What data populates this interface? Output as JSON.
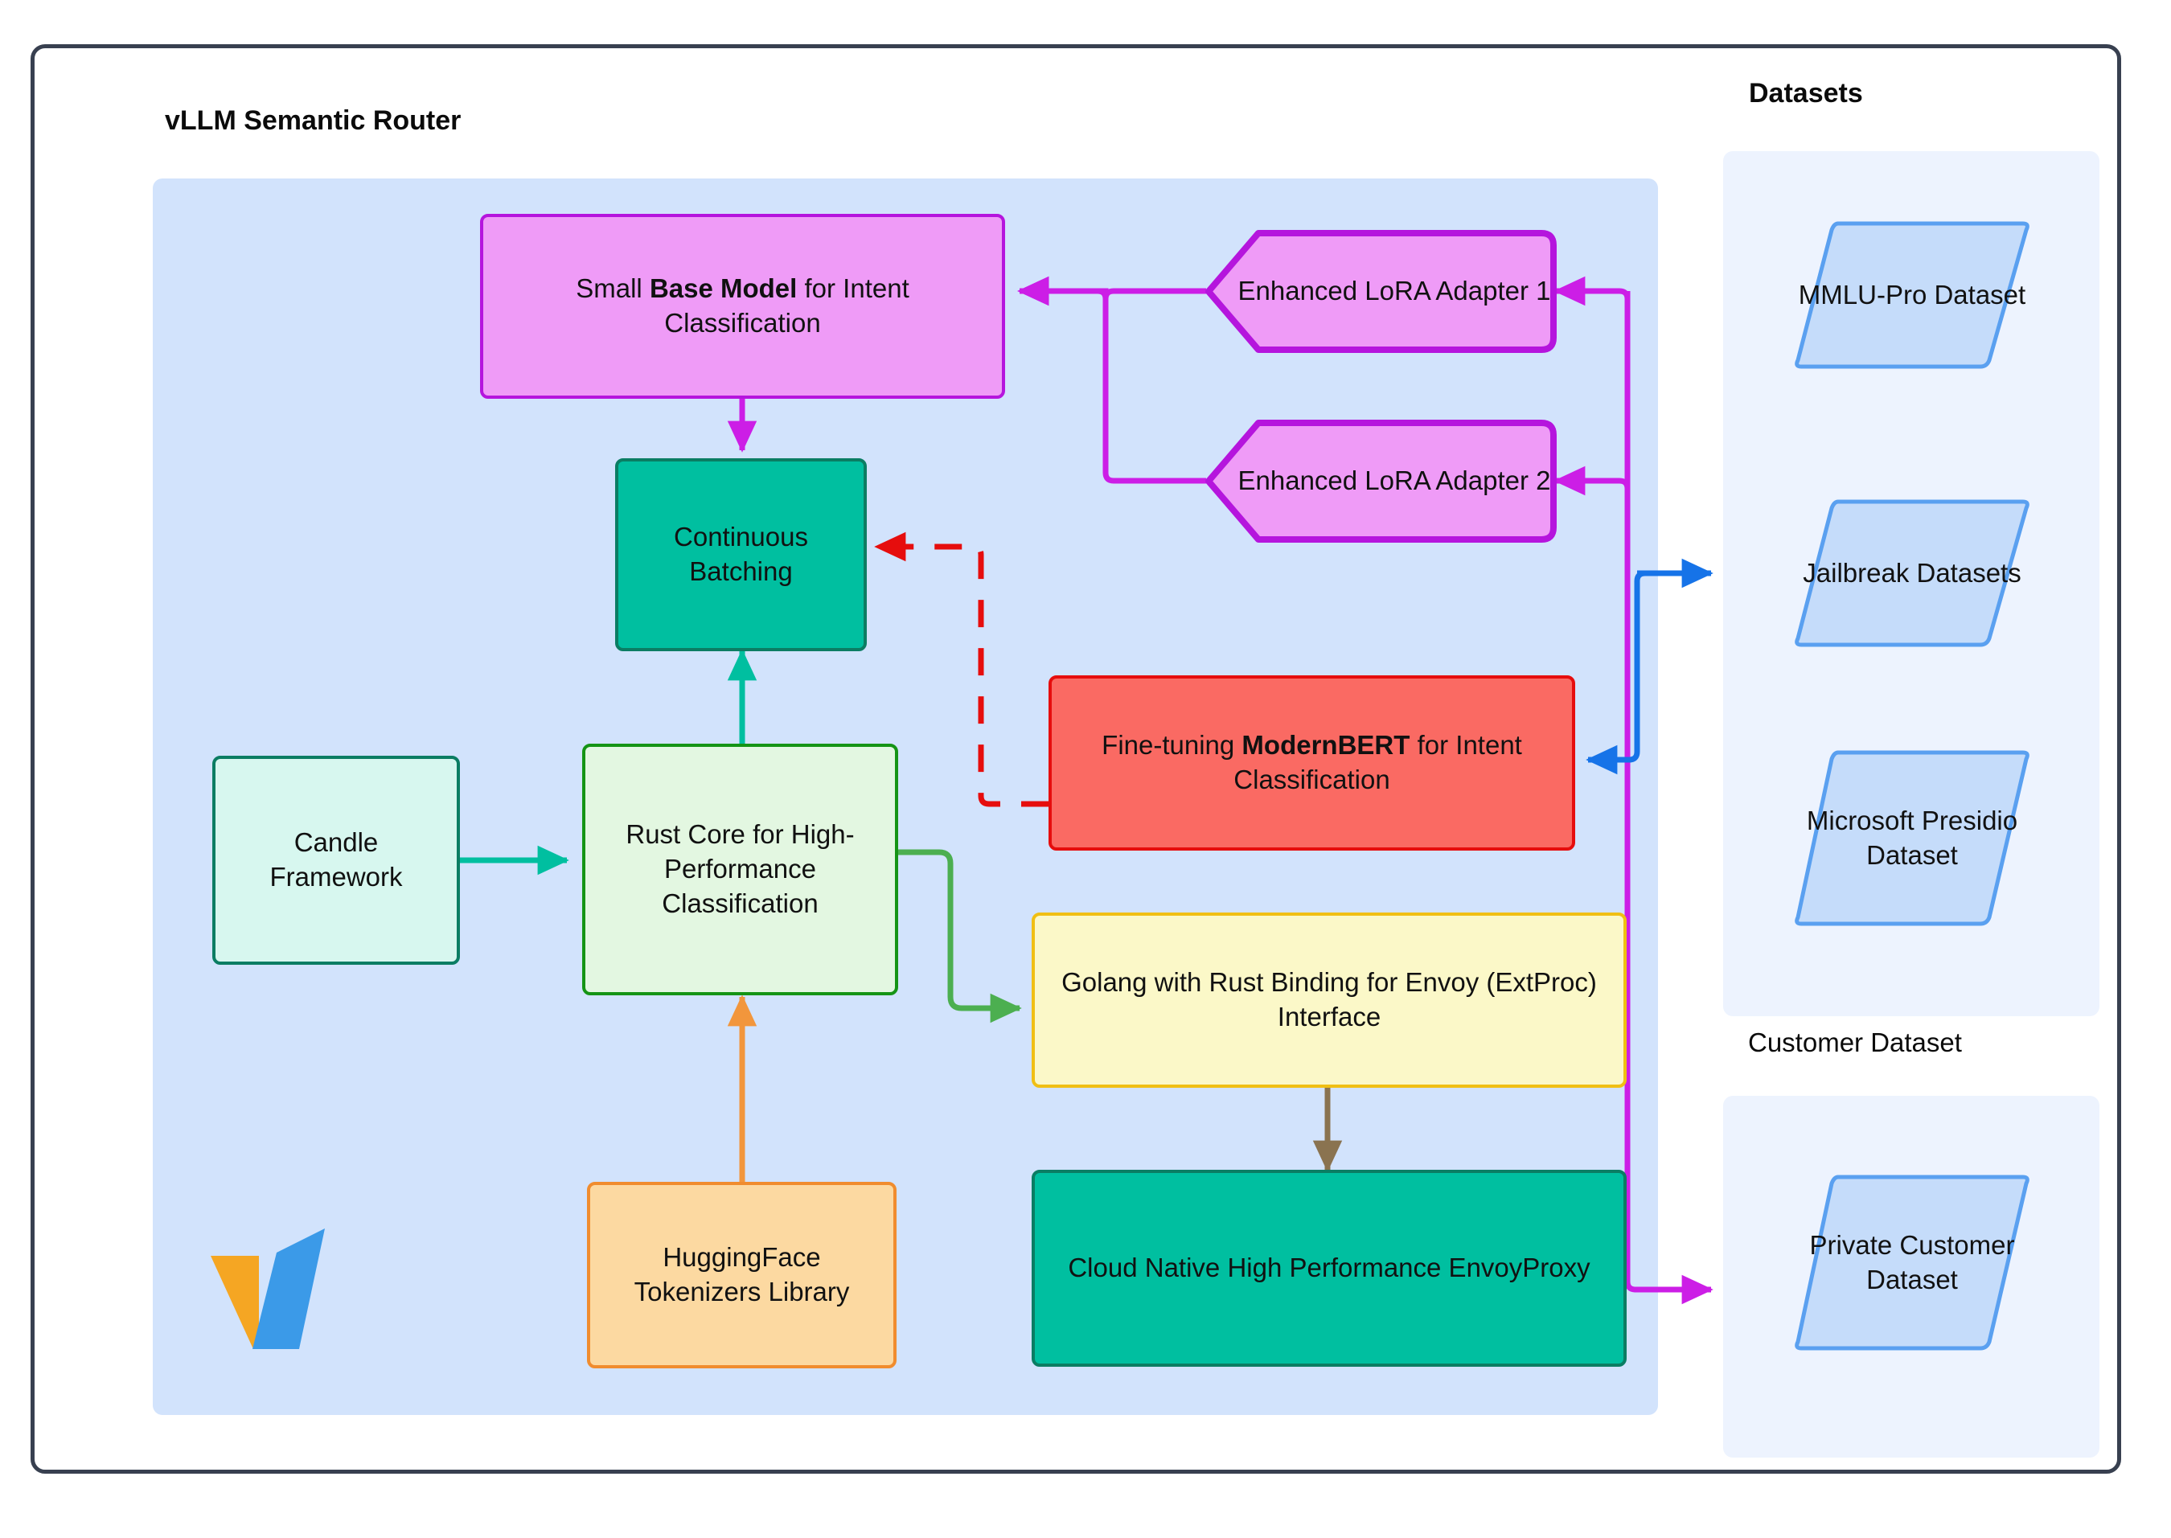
{
  "diagram": {
    "type": "architecture-flowchart",
    "title": "vLLM Semantic Router architecture"
  },
  "panels": {
    "router_title": "vLLM Semantic Router",
    "datasets_title": "Datasets",
    "customer_label": "Customer Dataset"
  },
  "nodes": {
    "base_model": {
      "pre": "Small ",
      "bold": "Base Model",
      "post": " for Intent Classification"
    },
    "continuous_batching": {
      "label": "Continuous Batching"
    },
    "rust_core": {
      "label": "Rust Core for High-Performance Classification"
    },
    "candle": {
      "label": "Candle Framework"
    },
    "huggingface": {
      "label": "HuggingFace Tokenizers Library"
    },
    "modernbert": {
      "pre": "Fine-tuning ",
      "bold": "ModernBERT",
      "post": " for Intent Classification"
    },
    "golang": {
      "label": "Golang with Rust Binding for Envoy (ExtProc) Interface"
    },
    "envoy": {
      "label": "Cloud Native High Performance EnvoyProxy"
    },
    "lora1": {
      "label": "Enhanced LoRA Adapter 1"
    },
    "lora2": {
      "label": "Enhanced LoRA Adapter 2"
    }
  },
  "datasets": {
    "mmlu": {
      "label": "MMLU-Pro Dataset"
    },
    "jailbreak": {
      "label": "Jailbreak Datasets"
    },
    "presidio": {
      "label": "Microsoft Presidio Dataset"
    },
    "private": {
      "label": "Private Customer Dataset"
    }
  },
  "colors": {
    "frame_border": "#384050",
    "router_panel": "#d2e3fc",
    "dataset_panel": "#edf3fe",
    "purple_fill": "#ef9bf7",
    "purple_stroke": "#b515dd",
    "teal_fill": "#00bfa0",
    "teal_stroke": "#0b7d63",
    "green_fill": "#e3f7e1",
    "green_stroke": "#159415",
    "mint_fill": "#d7f7ef",
    "orange_fill": "#fcd9a1",
    "orange_stroke": "#f08c2e",
    "red_fill": "#fa6a63",
    "red_stroke": "#e60d0d",
    "yellow_fill": "#fbf8c8",
    "yellow_stroke": "#f0bf13",
    "dataset_shape_fill": "#c5dcfa",
    "dataset_shape_stroke": "#5aa0f0",
    "edge_magenta": "#cc1ee6",
    "edge_blue": "#1673e8",
    "edge_red": "#e60d0d",
    "edge_green": "#4caf50",
    "edge_teal": "#00bfa0",
    "edge_orange": "#f2963c",
    "edge_brown": "#8a7350",
    "logo_orange": "#f5a623",
    "logo_blue": "#3b9ae8"
  },
  "edges": [
    {
      "from": "base_model",
      "to": "continuous_batching",
      "color": "#cc1ee6",
      "style": "solid"
    },
    {
      "from": "lora1",
      "to": "base_model",
      "color": "#cc1ee6",
      "style": "solid"
    },
    {
      "from": "lora2",
      "to": "base_model",
      "color": "#cc1ee6",
      "style": "solid"
    },
    {
      "from": "modernbert",
      "to": "continuous_batching",
      "color": "#e60d0d",
      "style": "dashed"
    },
    {
      "from": "candle",
      "to": "rust_core",
      "color": "#00bfa0",
      "style": "solid"
    },
    {
      "from": "rust_core",
      "to": "continuous_batching",
      "color": "#00bfa0",
      "style": "solid"
    },
    {
      "from": "huggingface",
      "to": "rust_core",
      "color": "#f2963c",
      "style": "solid"
    },
    {
      "from": "rust_core",
      "to": "golang",
      "color": "#4caf50",
      "style": "solid"
    },
    {
      "from": "golang",
      "to": "envoy",
      "color": "#8a7350",
      "style": "solid"
    },
    {
      "from": "jailbreak",
      "to": "modernbert",
      "color": "#1673e8",
      "style": "solid"
    },
    {
      "from": "mmlu",
      "to": "lora1",
      "color": "#cc1ee6",
      "style": "solid"
    },
    {
      "from": "mmlu",
      "to": "lora2",
      "color": "#cc1ee6",
      "style": "solid"
    },
    {
      "from": "private",
      "to": "envoy",
      "color": "#cc1ee6",
      "style": "solid"
    }
  ],
  "logo": {
    "name": "vllm-logo"
  }
}
